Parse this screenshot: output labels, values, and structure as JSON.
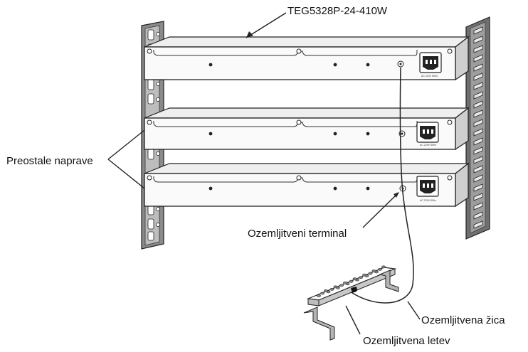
{
  "labels": {
    "model": "TEG5328P-24-410W",
    "other_devices": "Preostale naprave",
    "grounding_terminal": "Ozemljitveni terminal",
    "grounding_wire": "Ozemljitvena žica",
    "grounding_bar": "Ozemljitvena letev"
  },
  "power_label": "AC 220V 50Hz"
}
